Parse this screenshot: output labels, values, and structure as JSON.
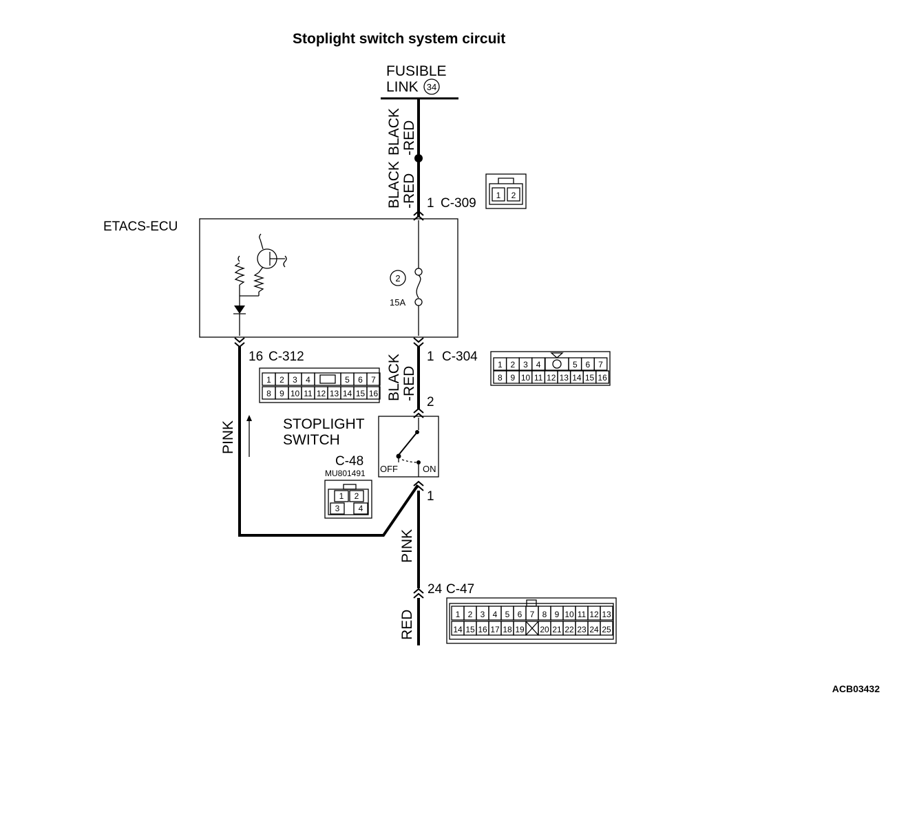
{
  "title": "Stoplight switch  system circuit",
  "fusible_link": {
    "line1": "FUSIBLE",
    "line2": "LINK",
    "number": "34"
  },
  "ecu": {
    "label": "ETACS-ECU",
    "fuse_number": "2",
    "fuse_rating": "15A"
  },
  "wires": {
    "upper_left": [
      "BLACK",
      "-RED"
    ],
    "upper_right": [
      "BLACK",
      "-RED"
    ],
    "mid": [
      "BLACK",
      "-RED"
    ],
    "pink_left": "PINK",
    "pink_right": "PINK",
    "red": "RED"
  },
  "connectors": {
    "c309": {
      "pin": "1",
      "name": "C-309",
      "pins": [
        "1",
        "2"
      ]
    },
    "c312": {
      "pin": "16",
      "name": "C-312",
      "row1": [
        "1",
        "2",
        "3",
        "4",
        "5",
        "6",
        "7"
      ],
      "row2": [
        "8",
        "9",
        "10",
        "11",
        "12",
        "13",
        "14",
        "15",
        "16"
      ]
    },
    "c304": {
      "pin": "1",
      "name": "C-304",
      "row1": [
        "1",
        "2",
        "3",
        "4",
        "5",
        "6",
        "7"
      ],
      "row2": [
        "8",
        "9",
        "10",
        "11",
        "12",
        "13",
        "14",
        "15",
        "16"
      ]
    },
    "c48": {
      "name": "C-48",
      "part": "MU801491",
      "pin_top": "2",
      "pin_bottom": "1",
      "row1": [
        "1",
        "2"
      ],
      "row2": [
        "3",
        "4"
      ]
    },
    "c47": {
      "pin": "24",
      "name": "C-47",
      "row1": [
        "1",
        "2",
        "3",
        "4",
        "5",
        "6",
        "7",
        "8",
        "9",
        "10",
        "11",
        "12",
        "13"
      ],
      "row2": [
        "14",
        "15",
        "16",
        "17",
        "18",
        "19",
        "20",
        "21",
        "22",
        "23",
        "24",
        "25"
      ]
    }
  },
  "switch": {
    "line1": "STOPLIGHT",
    "line2": "SWITCH",
    "off": "OFF",
    "on": "ON"
  },
  "figure_code": "ACB03432"
}
